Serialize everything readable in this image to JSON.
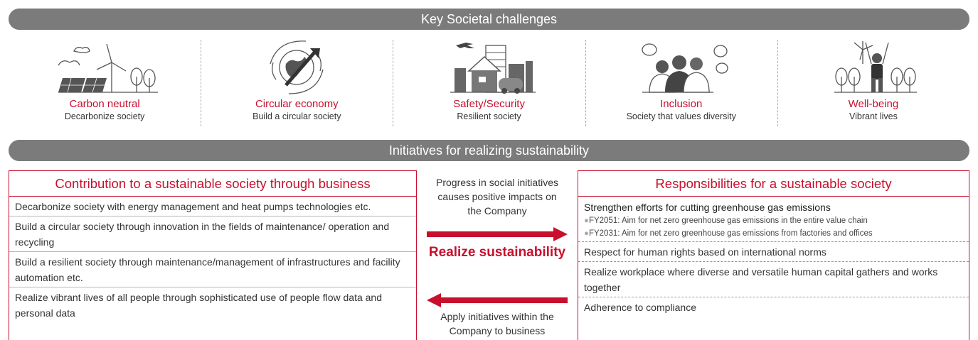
{
  "banners": {
    "top": "Key Societal challenges",
    "middle": "Initiatives for realizing sustainability"
  },
  "challenges": [
    {
      "title": "Carbon neutral",
      "subtitle": "Decarbonize society",
      "icon": "wind-solar-trees-icon"
    },
    {
      "title": "Circular economy",
      "subtitle": "Build a circular society",
      "icon": "globe-arrow-icon"
    },
    {
      "title": "Safety/Security",
      "subtitle": "Resilient society",
      "icon": "city-house-plane-icon"
    },
    {
      "title": "Inclusion",
      "subtitle": "Society that values diversity",
      "icon": "people-speech-icon"
    },
    {
      "title": "Well-being",
      "subtitle": "Vibrant lives",
      "icon": "person-trees-icon"
    }
  ],
  "left_panel": {
    "title": "Contribution to a sustainable society through business",
    "rows": [
      "Decarbonize society with energy management and heat pumps technologies etc.",
      "Build a circular society through innovation in the fields of maintenance/  operation and recycling",
      "Build a resilient society through maintenance/management of infrastructures and facility automation etc.",
      "Realize vibrant lives of all people through sophisticated use of people flow data and personal data"
    ]
  },
  "center": {
    "progress": "Progress in social initiatives causes positive impacts on the Company",
    "realize": "Realize sustainability",
    "apply": "Apply initiatives within the Company to business"
  },
  "right_panel": {
    "title": "Responsibilities for a sustainable society",
    "first_row": {
      "main": "Strengthen efforts for cutting greenhouse gas emissions",
      "bullets": [
        "FY2051: Aim for net zero greenhouse gas emissions in the entire value chain",
        "FY2031: Aim for net zero greenhouse gas emissions from factories and offices"
      ]
    },
    "rows": [
      "Respect for human rights based on international norms",
      "Realize workplace where diverse and versatile human capital gathers and works together",
      "Adherence to compliance"
    ]
  },
  "colors": {
    "accent": "#c8102e",
    "banner": "#7b7b7b",
    "arrow": "#c8102e"
  }
}
